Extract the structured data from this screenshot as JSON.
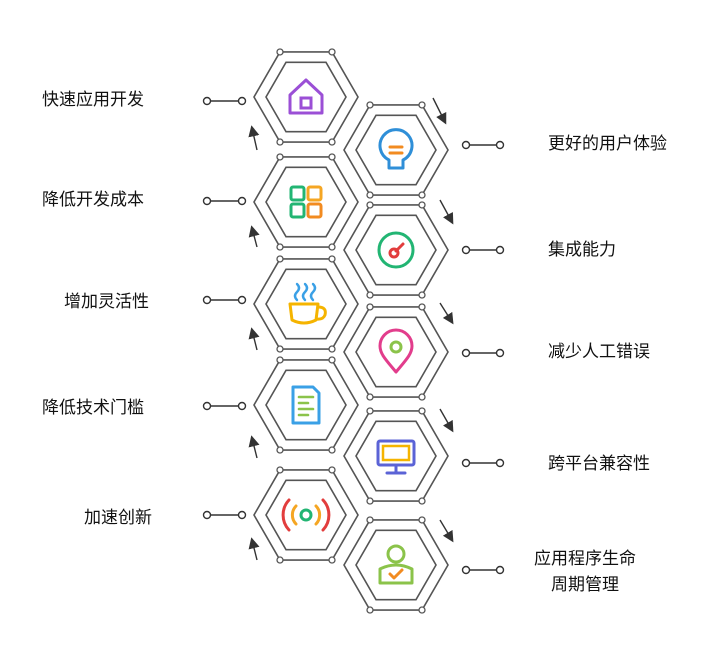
{
  "left_items": [
    {
      "label": "快速应用开发",
      "icon": "house-icon",
      "color": "#9b4fd6"
    },
    {
      "label": "降低开发成本",
      "icon": "grid-icon",
      "color": "#f5a623"
    },
    {
      "label": "增加灵活性",
      "icon": "coffee-cup-icon",
      "color": "#f5b400"
    },
    {
      "label": "降低技术门槛",
      "icon": "document-icon",
      "color": "#3aa0e6"
    },
    {
      "label": "加速创新",
      "icon": "signal-icon",
      "color": "#f28b20"
    }
  ],
  "right_items": [
    {
      "label": "更好的用户体验",
      "icon": "lightbulb-icon",
      "color": "#2f8fd8"
    },
    {
      "label": "集成能力",
      "icon": "gauge-icon",
      "color": "#22b573"
    },
    {
      "label": "减少人工错误",
      "icon": "location-pin-icon",
      "color": "#e23d8c"
    },
    {
      "label": "跨平台兼容性",
      "icon": "monitor-icon",
      "color": "#5b63d6"
    },
    {
      "label": "应用程序生命\n周期管理",
      "icon": "user-check-icon",
      "color": "#8bc34a"
    }
  ],
  "colors": {
    "hex_stroke": "#555555",
    "connector": "#333333"
  }
}
